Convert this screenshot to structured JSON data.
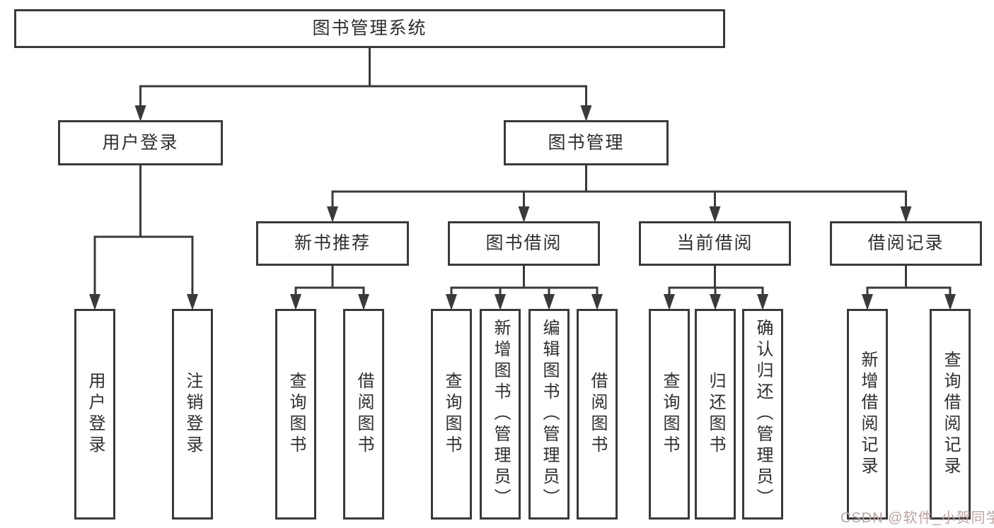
{
  "title": "图书管理系统",
  "colors": {
    "background": "#ffffff",
    "line": "#3a3a3a",
    "box_border": "#3a3a3a",
    "text": "#2e2e2e",
    "watermark": "#bda2a2"
  },
  "watermark": {
    "text": "CSDN @软件_小贺同学"
  },
  "tree": {
    "id": "root",
    "label": "图书管理系统",
    "children": [
      {
        "id": "user-login",
        "label": "用户登录",
        "children": [
          {
            "id": "user-login-leaf",
            "label": "用户登录"
          },
          {
            "id": "logout-leaf",
            "label": "注销登录"
          }
        ]
      },
      {
        "id": "book-management",
        "label": "图书管理",
        "children": [
          {
            "id": "new-book-recommend",
            "label": "新书推荐",
            "children": [
              {
                "id": "query-books-recommend",
                "label": "查询图书"
              },
              {
                "id": "borrow-books-recommend",
                "label": "借阅图书"
              }
            ]
          },
          {
            "id": "book-borrowing",
            "label": "图书借阅",
            "children": [
              {
                "id": "query-books-borrowing",
                "label": "查询图书"
              },
              {
                "id": "add-books-admin",
                "label": "新增图书（管理员）"
              },
              {
                "id": "edit-books-admin",
                "label": "编辑图书（管理员）"
              },
              {
                "id": "borrow-books-borrowing",
                "label": "借阅图书"
              }
            ]
          },
          {
            "id": "current-borrowing",
            "label": "当前借阅",
            "children": [
              {
                "id": "query-books-current",
                "label": "查询图书"
              },
              {
                "id": "return-books",
                "label": "归还图书"
              },
              {
                "id": "confirm-return-admin",
                "label": "确认归还（管理员）"
              }
            ]
          },
          {
            "id": "borrow-records",
            "label": "借阅记录",
            "children": [
              {
                "id": "add-borrow-record",
                "label": "新增借阅记录"
              },
              {
                "id": "query-borrow-record",
                "label": "查询借阅记录"
              }
            ]
          }
        ]
      }
    ]
  }
}
